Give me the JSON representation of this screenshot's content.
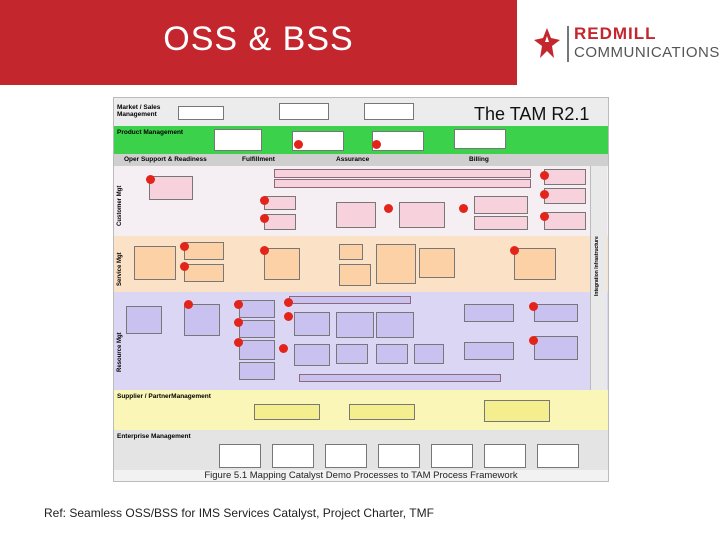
{
  "header": {
    "title": "OSS & BSS",
    "logo_line1": "REDMILL",
    "logo_line2": "COMMUNICATIONS",
    "colors": {
      "brand_red": "#c4262e"
    }
  },
  "diagram": {
    "heading": "The TAM R2.1",
    "caption": "Figure 5.1 Mapping Catalyst Demo Processes to TAM Process Framework",
    "bands": {
      "market": "Market / Sales Management",
      "product": "Product Management",
      "ops_support": "Oper Support & Readiness",
      "fulfillment": "Fulfillment",
      "assurance": "Assurance",
      "billing": "Billing",
      "customer": "Customer Mgt",
      "service": "Service Mgt",
      "resource": "Resource Mgt",
      "supplier": "Supplier / PartnerManagement",
      "enterprise": "Enterprise Management",
      "integration": "Integration Infrastructure"
    }
  },
  "footer": {
    "ref": "Ref:  Seamless OSS/BSS for IMS Services Catalyst, Project Charter, TMF"
  }
}
